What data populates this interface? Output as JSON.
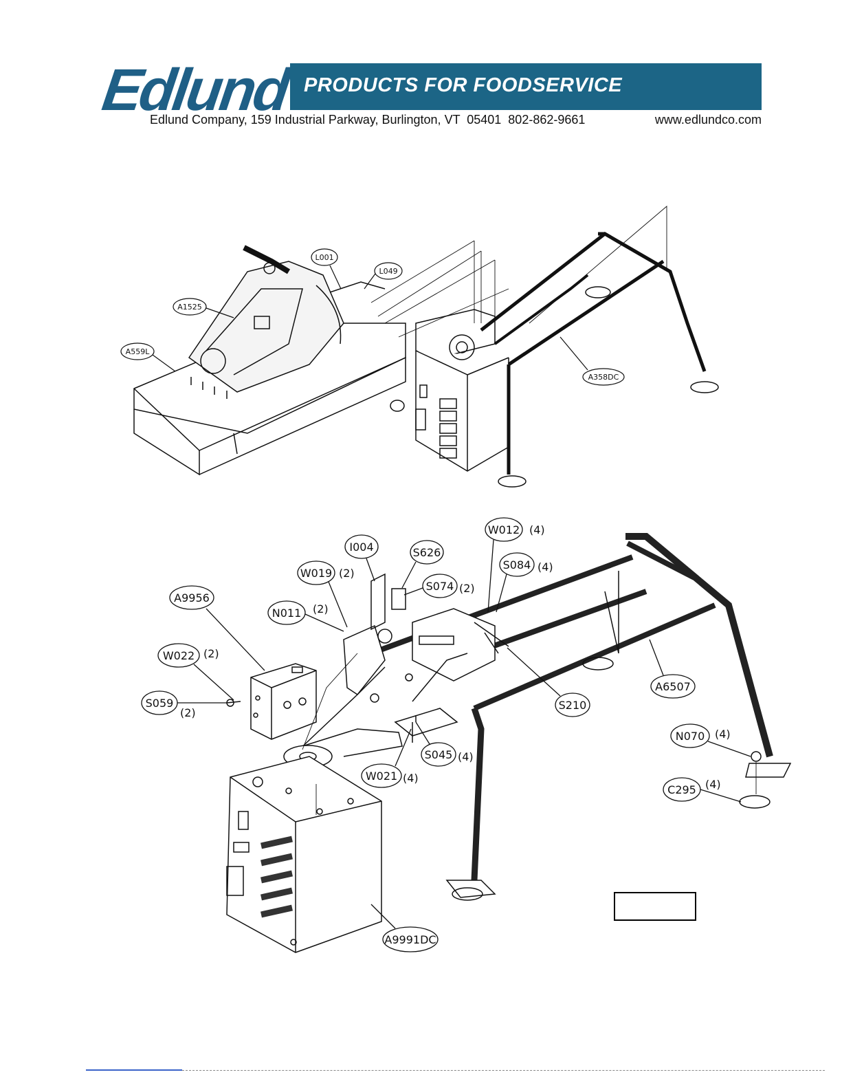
{
  "header": {
    "logo": "Edlund",
    "tagline": "PRODUCTS FOR FOODSERVICE",
    "address": "Edlund Company, 159 Industrial Parkway, Burlington, VT  05401  802-862-9661",
    "website": "www.edlundco.com",
    "brand_color": "#1c6586"
  },
  "assembly_view": {
    "callouts": [
      "L001",
      "L049",
      "A1525",
      "A559L",
      "A358DC"
    ]
  },
  "exploded_view": {
    "callouts": [
      {
        "code": "I004",
        "qty": ""
      },
      {
        "code": "S626",
        "qty": ""
      },
      {
        "code": "W012",
        "qty": "(4)"
      },
      {
        "code": "S084",
        "qty": "(4)"
      },
      {
        "code": "W019",
        "qty": "(2)"
      },
      {
        "code": "S074",
        "qty": "(2)"
      },
      {
        "code": "A9956",
        "qty": ""
      },
      {
        "code": "N011",
        "qty": "(2)"
      },
      {
        "code": "W022",
        "qty": "(2)"
      },
      {
        "code": "S059",
        "qty": "(2)"
      },
      {
        "code": "S210",
        "qty": ""
      },
      {
        "code": "A6507",
        "qty": ""
      },
      {
        "code": "N070",
        "qty": "(4)"
      },
      {
        "code": "C295",
        "qty": "(4)"
      },
      {
        "code": "S045",
        "qty": "(4)"
      },
      {
        "code": "W021",
        "qty": "(4)"
      },
      {
        "code": "A9991DC",
        "qty": ""
      }
    ]
  }
}
